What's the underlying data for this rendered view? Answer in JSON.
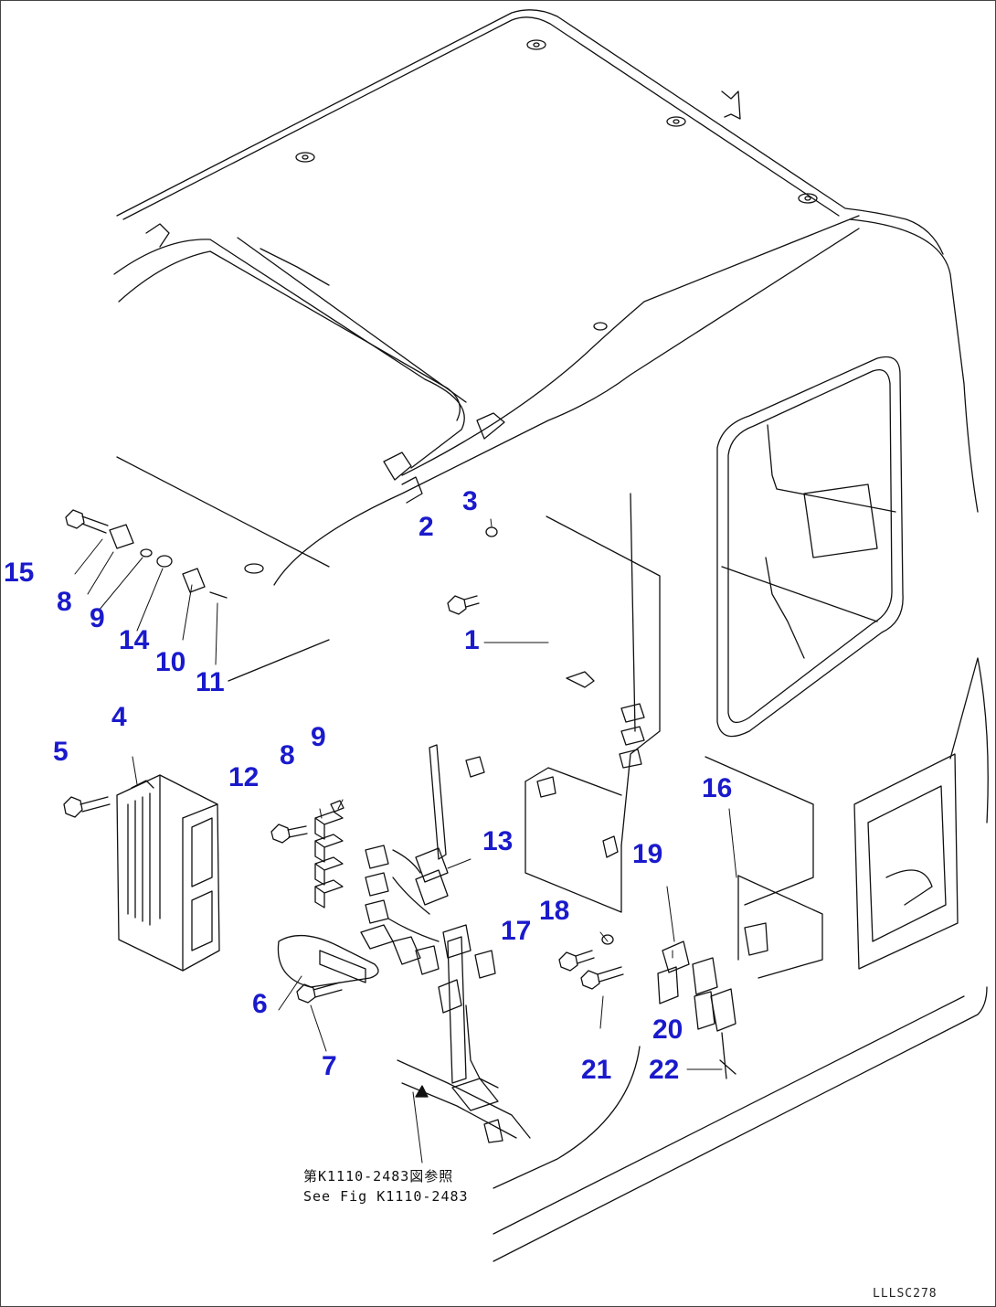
{
  "callouts": [
    {
      "id": "1",
      "label": "1"
    },
    {
      "id": "2",
      "label": "2"
    },
    {
      "id": "3",
      "label": "3"
    },
    {
      "id": "4",
      "label": "4"
    },
    {
      "id": "5",
      "label": "5"
    },
    {
      "id": "6",
      "label": "6"
    },
    {
      "id": "7",
      "label": "7"
    },
    {
      "id": "8a",
      "label": "8"
    },
    {
      "id": "8b",
      "label": "8"
    },
    {
      "id": "9a",
      "label": "9"
    },
    {
      "id": "9b",
      "label": "9"
    },
    {
      "id": "10",
      "label": "10"
    },
    {
      "id": "11",
      "label": "11"
    },
    {
      "id": "12",
      "label": "12"
    },
    {
      "id": "13",
      "label": "13"
    },
    {
      "id": "14",
      "label": "14"
    },
    {
      "id": "15",
      "label": "15"
    },
    {
      "id": "16",
      "label": "16"
    },
    {
      "id": "17",
      "label": "17"
    },
    {
      "id": "18",
      "label": "18"
    },
    {
      "id": "19",
      "label": "19"
    },
    {
      "id": "20",
      "label": "20"
    },
    {
      "id": "21",
      "label": "21"
    },
    {
      "id": "22",
      "label": "22"
    }
  ],
  "reference_note": {
    "line1": "第K1110-2483図参照",
    "line2": "See Fig K1110-2483"
  },
  "drawing_code": "LLLSC278",
  "colors": {
    "callout": "#1a1acc",
    "line": "#111111"
  }
}
